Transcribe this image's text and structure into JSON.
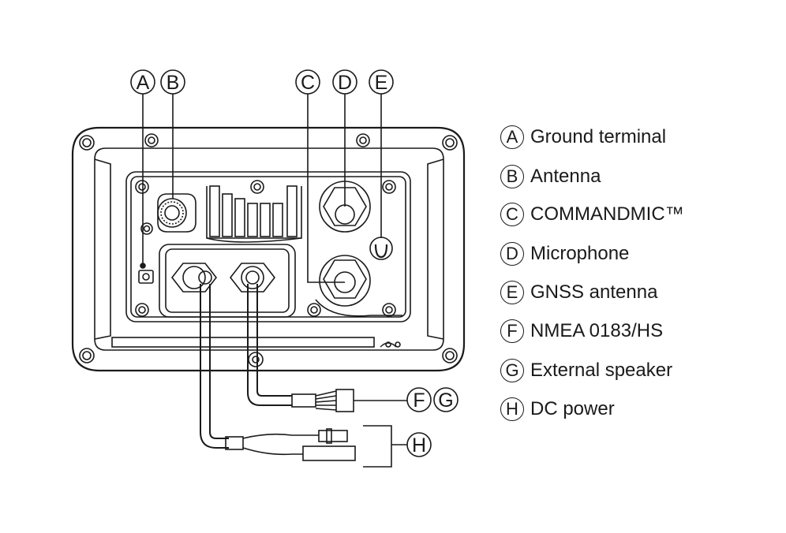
{
  "callouts": {
    "a": "A",
    "b": "B",
    "c": "C",
    "d": "D",
    "e": "E",
    "f": "F",
    "g": "G",
    "h": "H"
  },
  "legend": [
    {
      "letter": "A",
      "text": "Ground terminal"
    },
    {
      "letter": "B",
      "text": "Antenna"
    },
    {
      "letter": "C",
      "text": "COMMANDMIC™"
    },
    {
      "letter": "D",
      "text": "Microphone"
    },
    {
      "letter": "E",
      "text": "GNSS antenna"
    },
    {
      "letter": "F",
      "text": "NMEA 0183/HS"
    },
    {
      "letter": "G",
      "text": "External speaker"
    },
    {
      "letter": "H",
      "text": "DC power"
    }
  ]
}
